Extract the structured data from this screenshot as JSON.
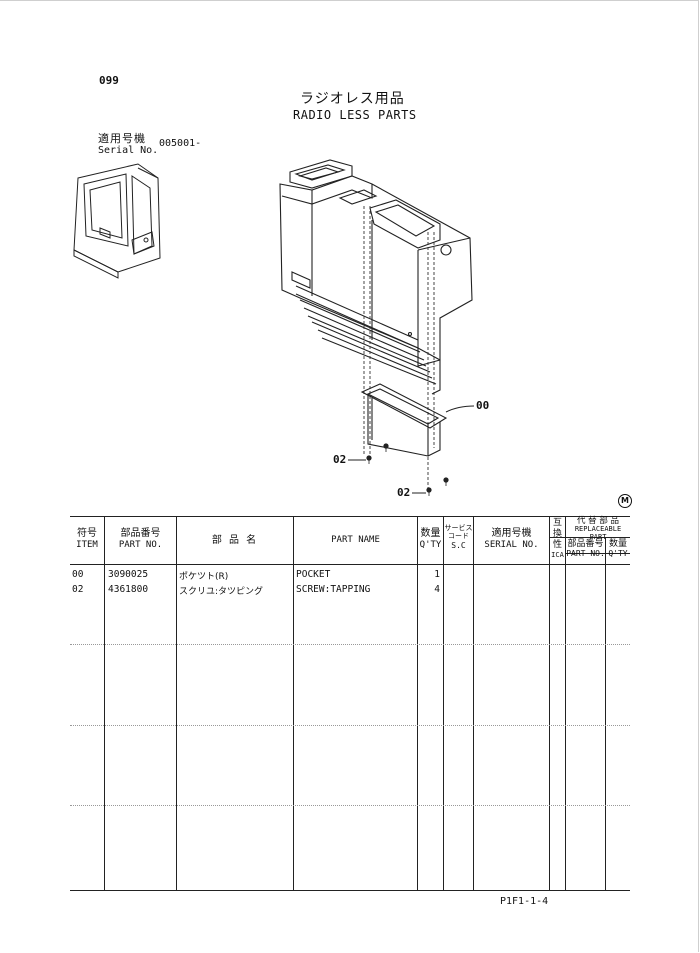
{
  "header": {
    "page_number": "099",
    "title_jp": "ラジオレス用品",
    "title_en": "RADIO LESS PARTS",
    "serial_label_jp": "適用号機",
    "serial_label_en": "Serial No.",
    "serial_value": "005001-"
  },
  "diagram": {
    "callouts": [
      "00",
      "02",
      "02"
    ],
    "marker": "M"
  },
  "table": {
    "headers": {
      "item_jp": "符号",
      "item_en": "ITEM",
      "part_no_jp": "部品番号",
      "part_no_en": "PART NO.",
      "part_name_jp": "部 品 名",
      "part_name_en": "PART NAME",
      "qty_jp": "数量",
      "qty_en": "Q'TY",
      "service_jp_1": "サービス",
      "service_jp_2": "コード",
      "service_en": "S.C",
      "serial_jp": "適用号機",
      "serial_en": "SERIAL NO.",
      "ica_jp": "互換性",
      "ica_en": "ICA",
      "replaceable_jp": "代 替 部 品",
      "replaceable_en_1": "REPLACEABLE",
      "replaceable_en_2": "PART",
      "rep_part_no_jp": "部品番号",
      "rep_part_no_en": "PART NO.",
      "rep_qty_jp": "数量",
      "rep_qty_en": "Q'TY"
    },
    "rows": [
      {
        "item": "00",
        "part_no": "3090025",
        "name_jp": "ポケツト(R)",
        "name_en": "POCKET",
        "qty": "1"
      },
      {
        "item": "02",
        "part_no": "4361800",
        "name_jp": "スクリユ:タツピング",
        "name_en": "SCREW:TAPPING",
        "qty": "4"
      }
    ]
  },
  "footer": {
    "code": "P1F1-1-4"
  }
}
